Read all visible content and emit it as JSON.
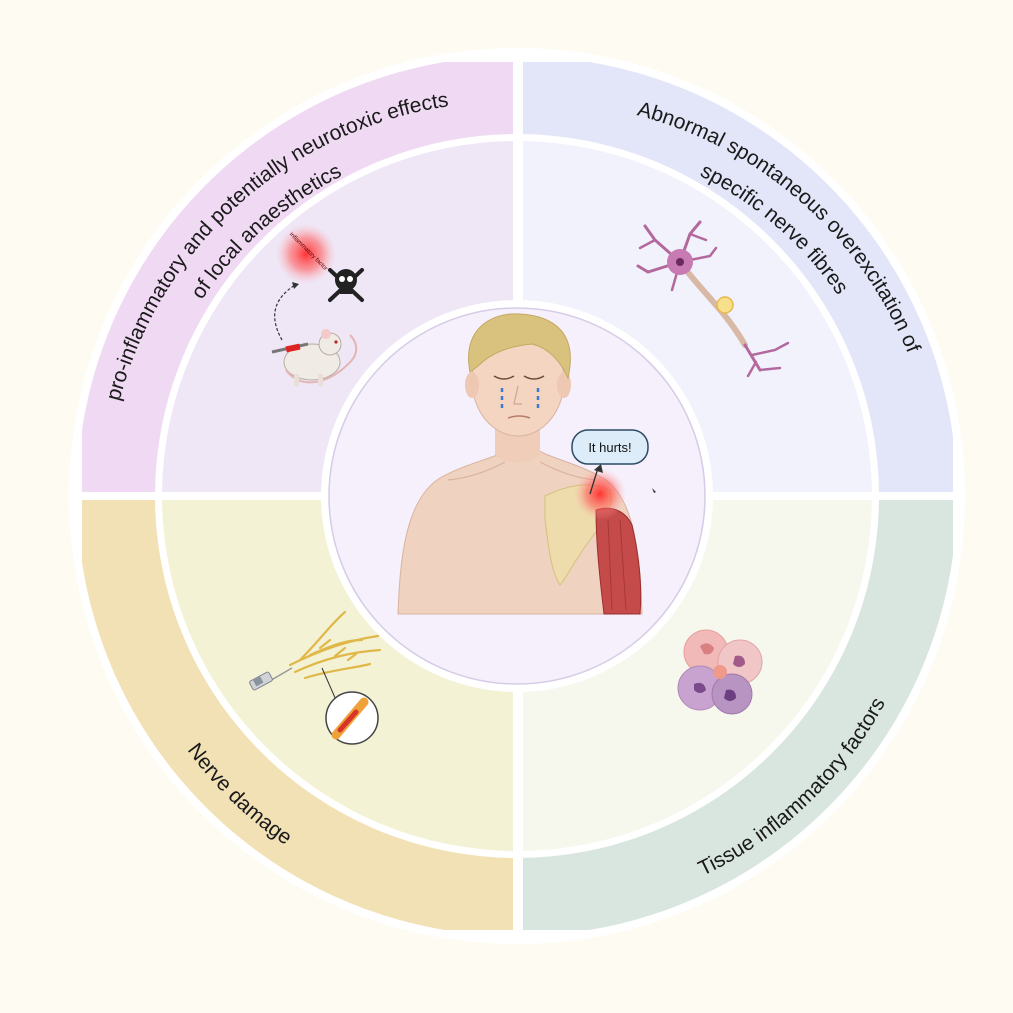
{
  "quadrants": {
    "top_left": {
      "label_line1": "pro-inflammatory and potentially neurotoxic effects",
      "label_line2": "of local anaesthetics",
      "factor_label": "inflammatory factor",
      "outer_color": "#f0d9f3",
      "inner_color": "#efe6f6"
    },
    "top_right": {
      "label_line1": "Abnormal spontaneous overexcitation of",
      "label_line2": "specific nerve fibres",
      "outer_color": "#e3e6f8",
      "inner_color": "#f1f2fc"
    },
    "bottom_left": {
      "label": "Nerve damage",
      "outer_color": "#f1e1b5",
      "inner_color": "#f4f2d5"
    },
    "bottom_right": {
      "label": "Tissue inflammatory factors",
      "outer_color": "#d9e6df",
      "inner_color": "#f6f8ee"
    }
  },
  "center": {
    "speech_bubble": "It hurts!",
    "circle_color": "#f5f0fb"
  },
  "icons": {
    "top_left": [
      "inflammatory-factor-icon",
      "skull-crossbones-icon",
      "mouse-injection-icon"
    ],
    "top_right": [
      "neuron-icon"
    ],
    "bottom_left": [
      "nerve-fibre-icon",
      "syringe-icon",
      "magnified-nerve-icon"
    ],
    "bottom_right": [
      "immune-cells-icon"
    ],
    "center": [
      "person-in-pain-icon",
      "pain-spot-icon"
    ]
  }
}
